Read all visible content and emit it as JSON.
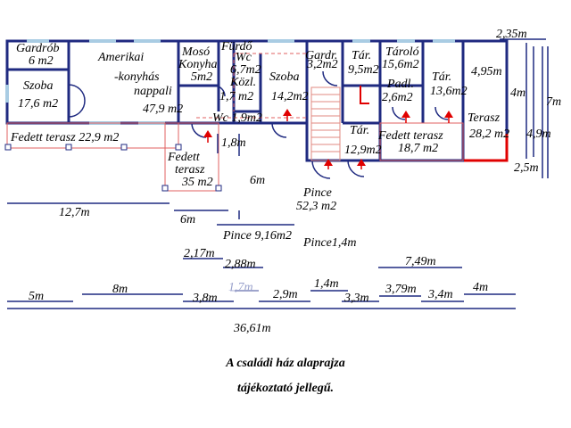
{
  "rooms": {
    "gardrob": "Gardrób",
    "gardrob_area": "6 m2",
    "szoba1": "Szoba",
    "szoba1_area": "17,6 m2",
    "amerikai1": "Amerikai",
    "amerikai2": "-konyhás",
    "amerikai3": "nappali",
    "amerikai_area": "47,9 m2",
    "moso": "Mosó",
    "konyha": "Konyha",
    "moso_area": "5m2",
    "furdo": "Fürdő",
    "wc_top": "Wc",
    "furdo_area": "6,7m2",
    "kozl": "Közl.",
    "kozl_area": "1,7 m2",
    "szoba2": "Szoba",
    "szoba2_area": "14,2m2",
    "wc_small": "Wc 1,9m2",
    "gardr2": "Gardr.",
    "gardr2_area": "3,2m2",
    "tar1": "Tár.",
    "tar1_area": "9,5m2",
    "tarolo": "Tároló",
    "tarolo_area": "15,6m2",
    "padl": "Padl.",
    "padl_area": "2,6m2",
    "tar3": "Tár.",
    "tar3_area": "13,6m2",
    "tar2": "Tár.",
    "tar2_area": "12,9m2",
    "fedett1": "Fedett terasz 22,9 m2",
    "fedett2a": "Fedett",
    "fedett2b": "terasz",
    "fedett2_area": "35 m2",
    "fedett3": "Fedett terasz",
    "fedett3_area": "18,7 m2",
    "terasz": "Terasz",
    "terasz_area": "28,2 m2",
    "pince": "Pince",
    "pince_area": "52,3 m2",
    "pince2": "Pince 9,16m2",
    "pince3": "Pince1,4m"
  },
  "dims": {
    "d235": "2,35m",
    "d495": "4,95m",
    "d4m_r": "4m",
    "d7m": "7m",
    "d49": "4,9m",
    "d25": "2,5m",
    "d18": "1,8m",
    "d6m_a": "6m",
    "d127": "12,7m",
    "d6m_b": "6m",
    "d217": "2,17m",
    "d288": "2,88m",
    "d749": "7,49m",
    "d5m": "5m",
    "d8m": "8m",
    "d38": "3,8m",
    "d17": "1,7m",
    "d29": "2,9m",
    "d14": "1,4m",
    "d33": "3,3m",
    "d379": "3,79m",
    "d34": "3,4m",
    "d4m": "4m",
    "d3661": "36,61m"
  },
  "caption": {
    "line1": "A családi ház alaprajza",
    "line2": "tájékoztató jellegű."
  },
  "colors": {
    "wall": "#1f2a80",
    "window": "#a9cce3",
    "stair": "#e08a80",
    "arrow": "#e00000",
    "dim_line": "#1f2a80"
  }
}
